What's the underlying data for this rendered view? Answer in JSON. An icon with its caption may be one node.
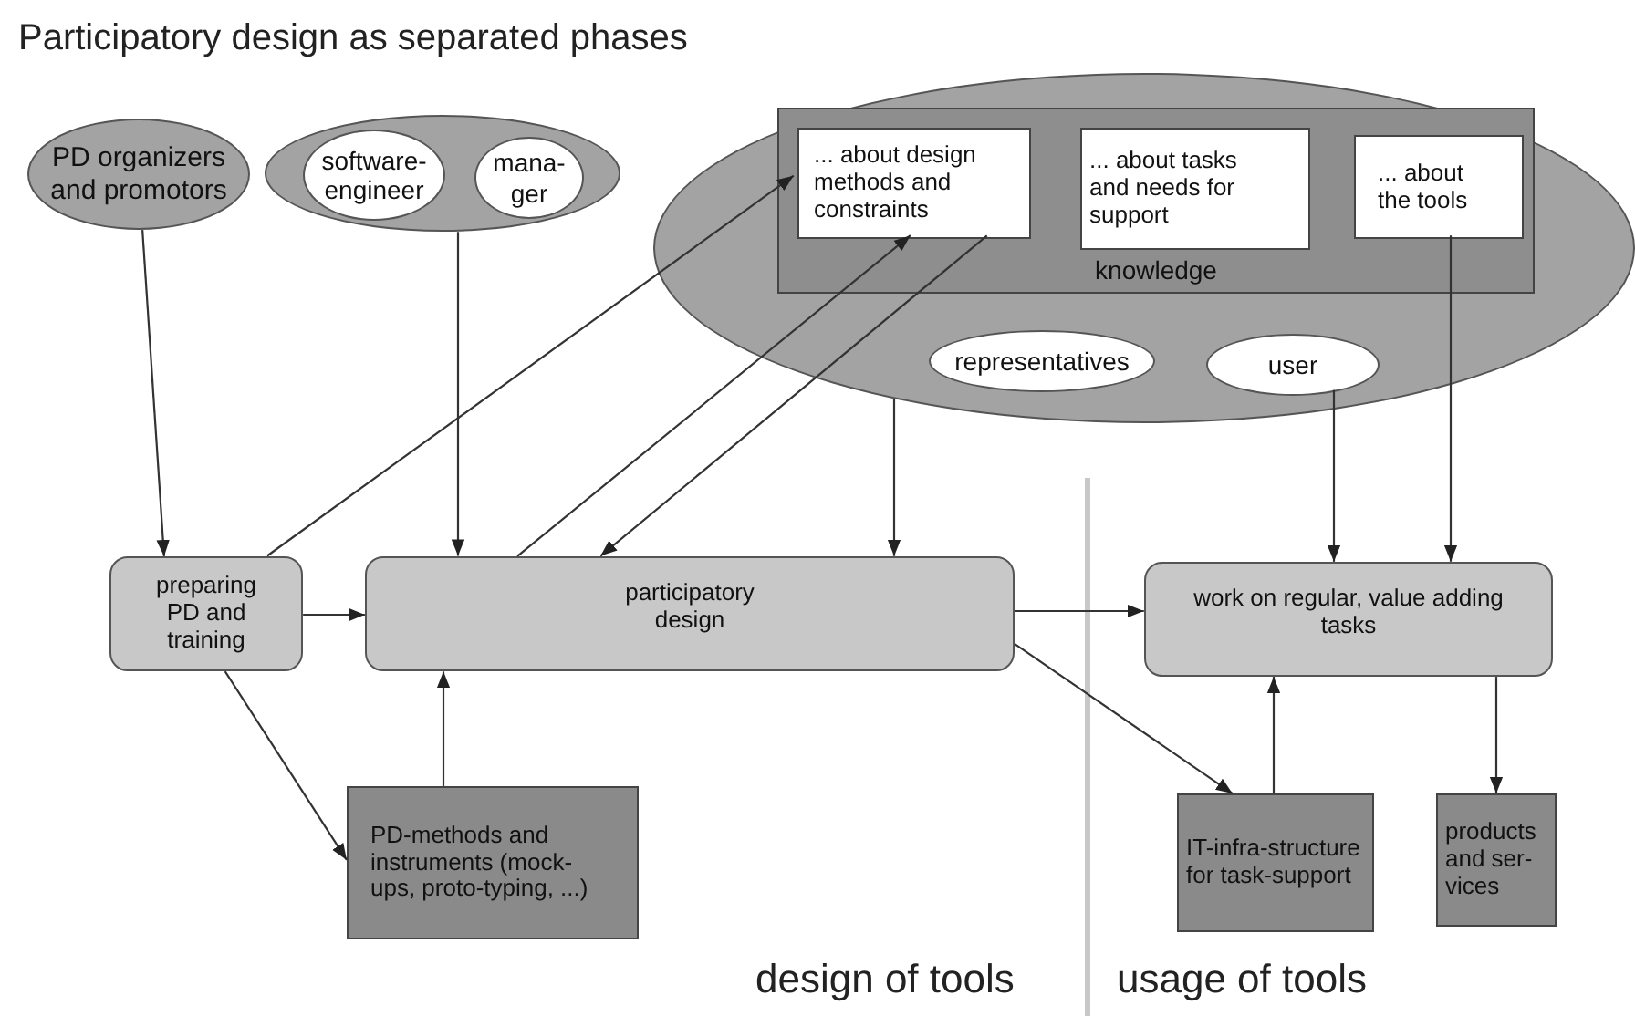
{
  "diagram": {
    "title": "Participatory design as separated phases",
    "nodes": [
      {
        "text": [
          "PD organizers and promotors"
        ]
      },
      {
        "text": [],
        "shape": "ellipse"
      },
      {
        "text": [
          "software-engineer"
        ],
        "in": 1
      },
      {
        "text": [
          "mana-ger"
        ],
        "in": 1
      },
      {
        "text": [],
        "shape": "ellipse"
      },
      {
        "text": [
          "knowledge"
        ],
        "in": 4
      },
      {
        "text": [
          "... about design methods and constraints"
        ],
        "in": 5
      },
      {
        "text": [
          "... about tasks and needs for support"
        ],
        "in": 5
      },
      {
        "text": [
          "... about the tools"
        ],
        "in": 5
      },
      {
        "text": [
          "representatives"
        ],
        "in": 4
      },
      {
        "text": [
          "user"
        ],
        "in": 4
      },
      {
        "text": [
          "preparing PD and training"
        ]
      },
      {
        "text": [
          "participatory design"
        ]
      },
      {
        "text": [
          "work on regular, value adding tasks"
        ]
      },
      {
        "text": [
          "PD-methods and instruments (mock-ups, proto-typing, ...)"
        ]
      },
      {
        "text": [
          "IT-infra-structure for task-support"
        ]
      },
      {
        "text": [
          "products and ser-vices"
        ]
      }
    ],
    "edges": [
      {
        "from": 0,
        "to": 11,
        "arrow": "to"
      },
      {
        "from": 1,
        "to": 12,
        "arrow": "to"
      },
      {
        "from": 11,
        "to": 6,
        "arrow": "to"
      },
      {
        "from": 12,
        "to": 6,
        "arrow": "to"
      },
      {
        "from": 6,
        "to": 12,
        "arrow": "to"
      },
      {
        "from": 4,
        "to": 12,
        "arrow": "to"
      },
      {
        "from": 10,
        "to": 13,
        "arrow": "to"
      },
      {
        "from": 8,
        "to": 13,
        "arrow": "to"
      },
      {
        "from": 11,
        "to": 12,
        "arrow": "to"
      },
      {
        "from": 12,
        "to": 13,
        "arrow": "to"
      },
      {
        "from": 11,
        "to": 14,
        "arrow": "to"
      },
      {
        "from": 14,
        "to": 12,
        "arrow": "to"
      },
      {
        "from": 12,
        "to": 15,
        "arrow": "to"
      },
      {
        "from": 15,
        "to": 13,
        "arrow": "to"
      },
      {
        "from": 13,
        "to": 16,
        "arrow": "to"
      }
    ],
    "labels": [
      "design of tools",
      "usage of tools"
    ]
  }
}
